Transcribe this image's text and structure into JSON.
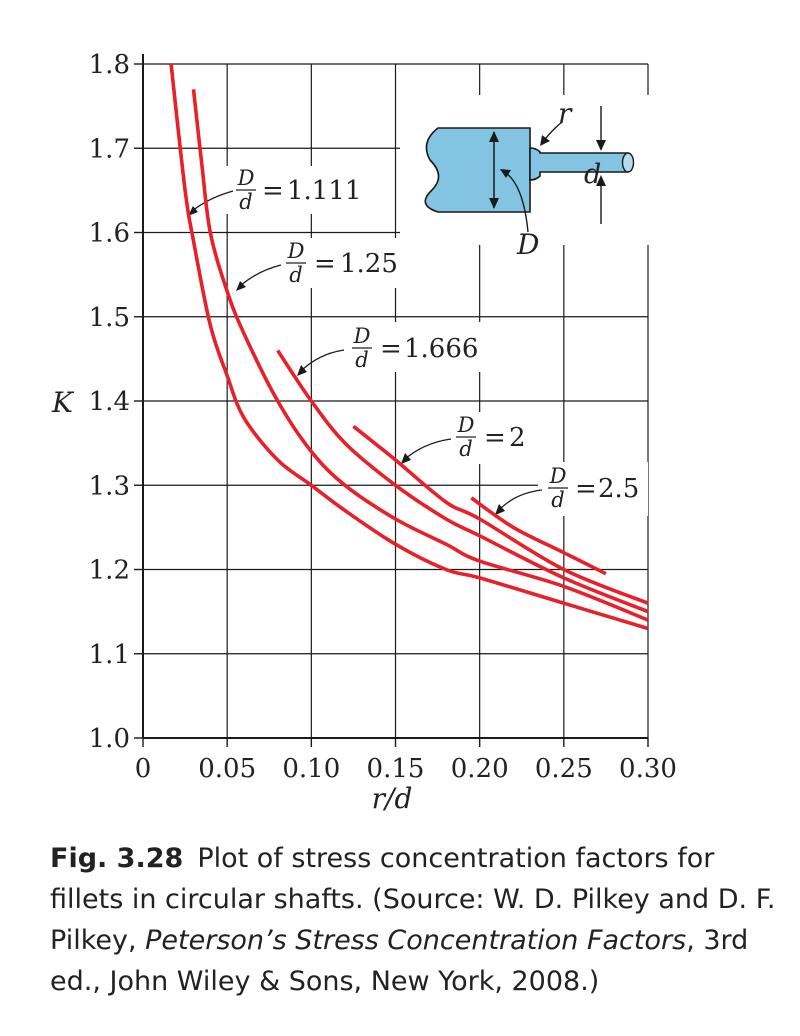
{
  "chart_data": {
    "type": "line",
    "xlabel": "r/d",
    "ylabel": "K",
    "xlim": [
      0,
      0.3
    ],
    "ylim": [
      1.0,
      1.8
    ],
    "x_ticks": [
      "0",
      "0.05",
      "0.10",
      "0.15",
      "0.20",
      "0.25",
      "0.30"
    ],
    "y_ticks": [
      "1.0",
      "1.1",
      "1.2",
      "1.3",
      "1.4",
      "1.5",
      "1.6",
      "1.7",
      "1.8"
    ],
    "grid": true,
    "series": [
      {
        "name": "D/d = 1.111",
        "ratio": "1.111",
        "x": [
          0.0167,
          0.025,
          0.03,
          0.04,
          0.05,
          0.06,
          0.08,
          0.1,
          0.12,
          0.15,
          0.18,
          0.2,
          0.25,
          0.3
        ],
        "y": [
          1.8,
          1.65,
          1.59,
          1.49,
          1.43,
          1.38,
          1.33,
          1.3,
          1.27,
          1.23,
          1.2,
          1.19,
          1.16,
          1.13
        ]
      },
      {
        "name": "D/d = 1.25",
        "ratio": "1.25",
        "x": [
          0.03,
          0.035,
          0.04,
          0.05,
          0.06,
          0.08,
          0.1,
          0.12,
          0.15,
          0.18,
          0.2,
          0.25,
          0.3
        ],
        "y": [
          1.77,
          1.68,
          1.6,
          1.53,
          1.48,
          1.4,
          1.34,
          1.3,
          1.26,
          1.23,
          1.21,
          1.18,
          1.14
        ]
      },
      {
        "name": "D/d = 1.666",
        "ratio": "1.666",
        "x": [
          0.08,
          0.1,
          0.12,
          0.15,
          0.18,
          0.2,
          0.25,
          0.3
        ],
        "y": [
          1.46,
          1.4,
          1.35,
          1.3,
          1.26,
          1.24,
          1.19,
          1.15
        ]
      },
      {
        "name": "D/d = 2",
        "ratio": "2",
        "x": [
          0.125,
          0.15,
          0.18,
          0.2,
          0.25,
          0.3
        ],
        "y": [
          1.37,
          1.33,
          1.28,
          1.26,
          1.2,
          1.16
        ]
      },
      {
        "name": "D/d = 2.5",
        "ratio": "2.5",
        "x": [
          0.195,
          0.22,
          0.25,
          0.275
        ],
        "y": [
          1.285,
          1.25,
          1.22,
          1.195
        ]
      }
    ],
    "diagram_labels": {
      "fillet_radius": "r",
      "small_diameter": "d",
      "large_diameter": "D"
    },
    "curve_label_prefix": {
      "numerator": "D",
      "denominator": "d"
    },
    "colors": {
      "curve": "#e8202a",
      "shaft": "#7fc3e0",
      "axis": "#1a1a1a"
    }
  },
  "caption": {
    "fig_number": "Fig. 3.28",
    "text_before": "Plot of stress concentration factors for fillets in circular shafts. (Source: W. D. Pilkey and D. F. Pilkey, ",
    "book_title": "Peterson’s Stress Concentration Factors",
    "text_after": ", 3rd ed., John Wiley & Sons, New York, 2008.)"
  }
}
